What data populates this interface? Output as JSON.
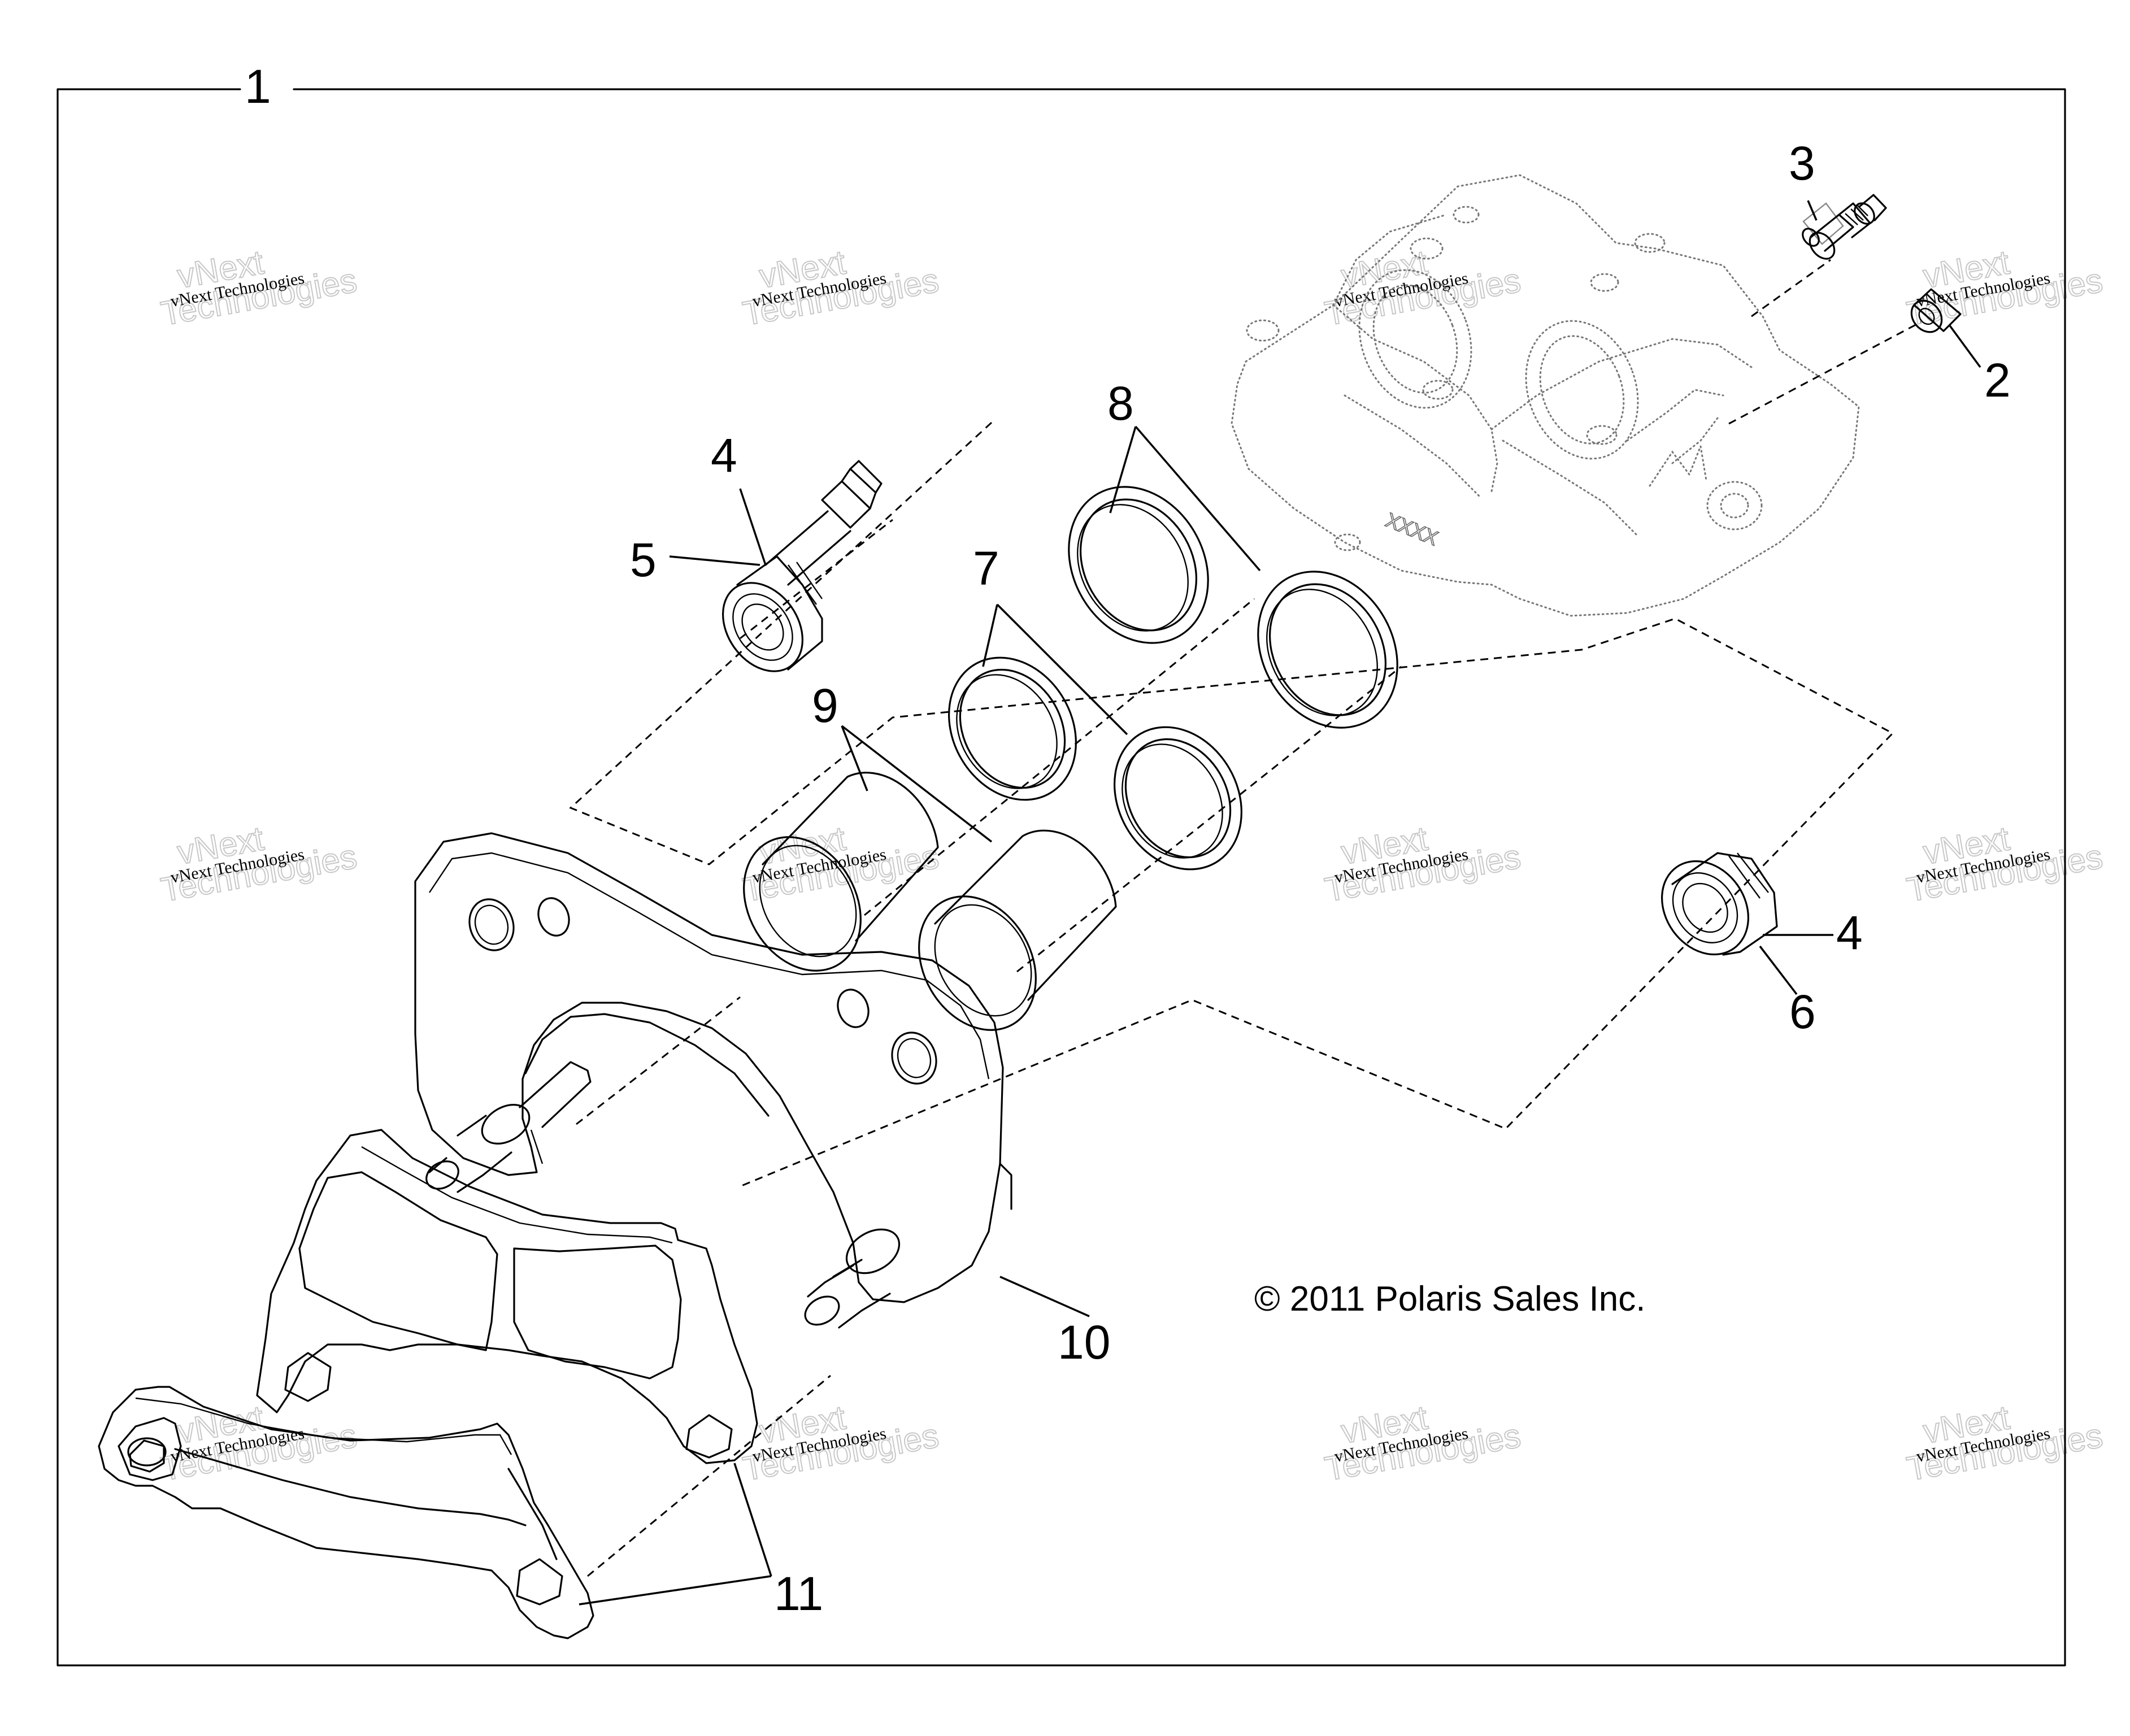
{
  "callouts": {
    "c1": "1",
    "c2": "2",
    "c3": "3",
    "c4a": "4",
    "c4b": "4",
    "c5": "5",
    "c6": "6",
    "c7": "7",
    "c8": "8",
    "c9": "9",
    "c10": "10",
    "c11": "11"
  },
  "copyright": "© 2011 Polaris Sales Inc.",
  "housing_marking": "XXXX",
  "watermark": {
    "line1": "vNext Technologies",
    "big_top": "vNext",
    "big_bottom": "Technologies"
  }
}
